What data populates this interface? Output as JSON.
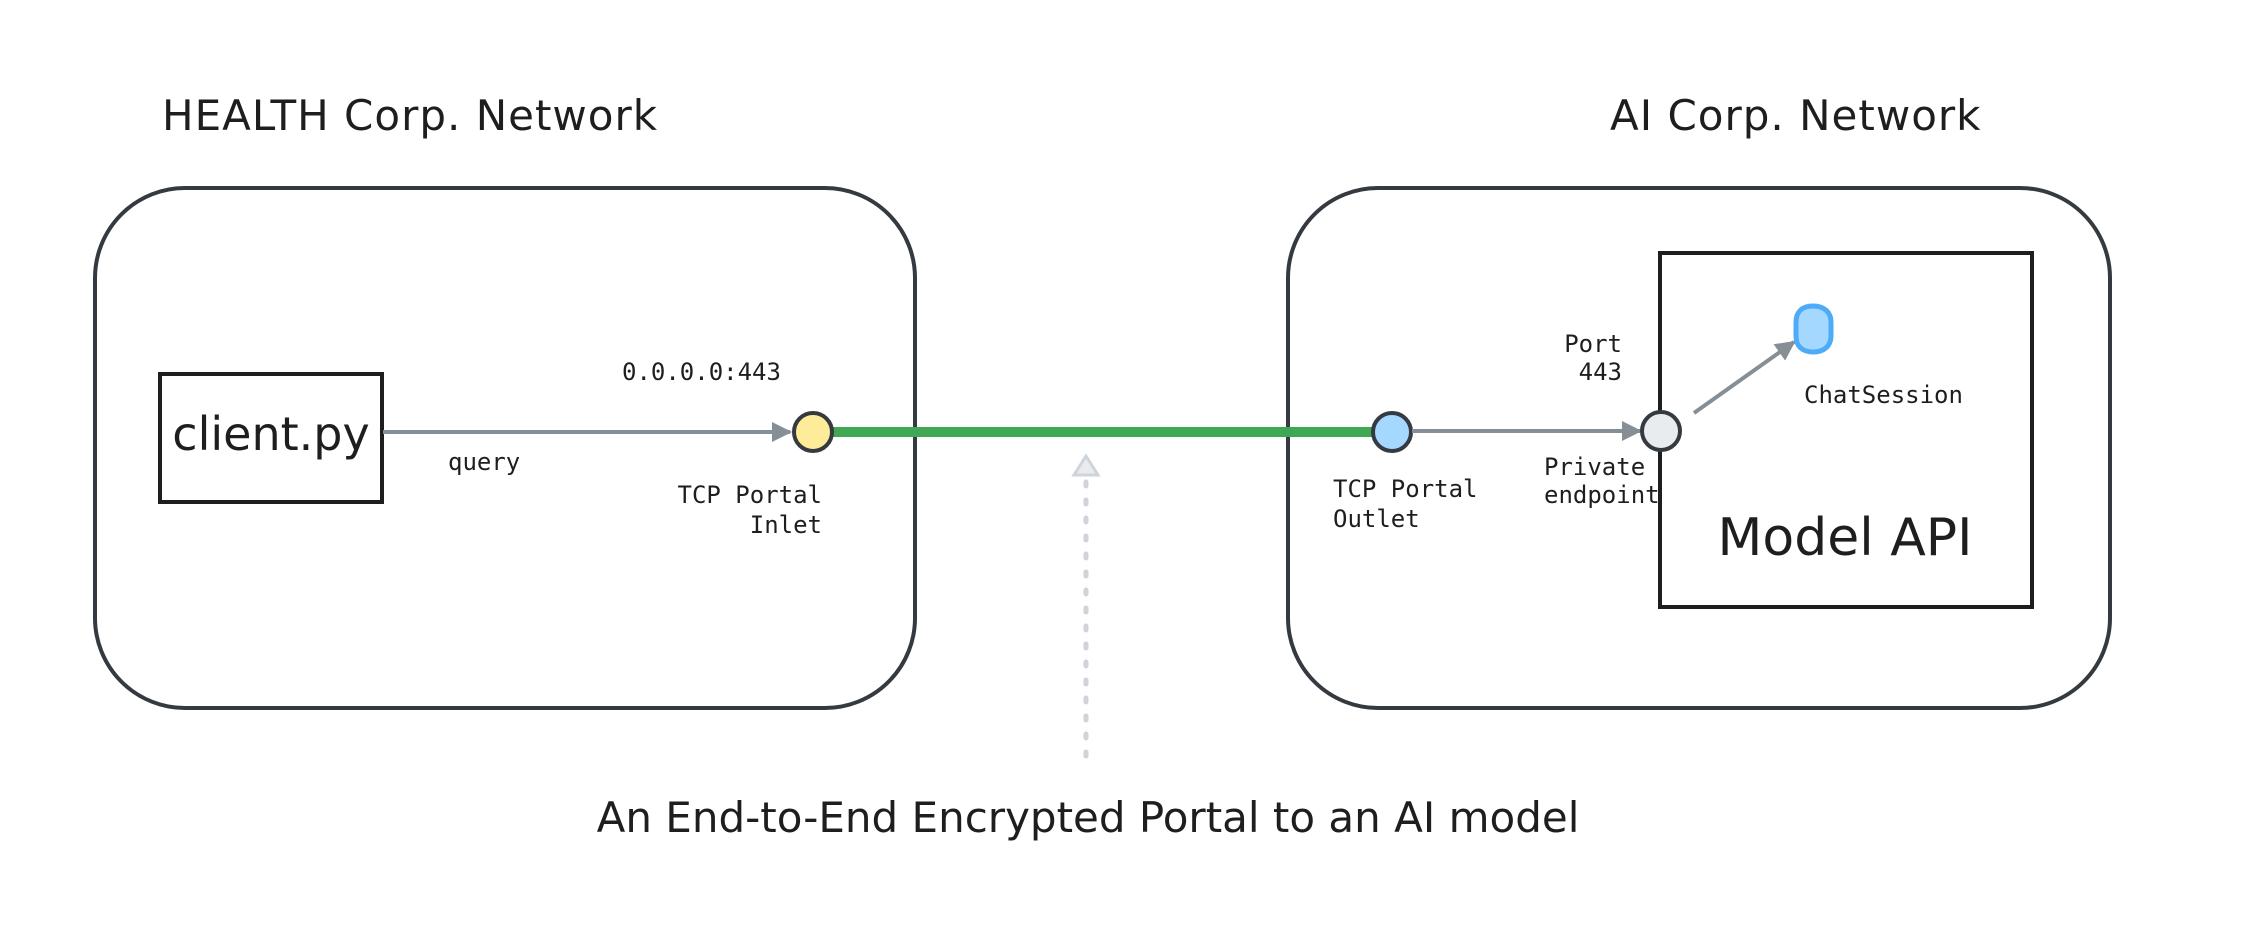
{
  "left_network": {
    "title": "HEALTH Corp. Network",
    "client_label": "client.py",
    "edge_label": "query",
    "address_label": "0.0.0.0:443",
    "inlet_label_line1": "TCP Portal",
    "inlet_label_line2": "Inlet"
  },
  "right_network": {
    "title": "AI Corp. Network",
    "outlet_label_line1": "TCP Portal",
    "outlet_label_line2": "Outlet",
    "port_label_line1": "Port",
    "port_label_line2": "443",
    "endpoint_label_line1": "Private",
    "endpoint_label_line2": "endpoint",
    "model_label": "Model API",
    "session_label": "ChatSession"
  },
  "caption": "An End-to-End Encrypted Portal to an AI model",
  "colors": {
    "stroke": "#343a40",
    "arrow": "#868e96",
    "tunnel": "#40a755",
    "inlet_fill": "#ffec99",
    "outlet_fill": "#a5d8ff",
    "endpoint_fill": "#e9ecef",
    "session_fill": "#a5d8ff",
    "session_stroke": "#4dabf7",
    "dotted": "#ced4da"
  },
  "icons": {
    "session": "session-icon"
  }
}
